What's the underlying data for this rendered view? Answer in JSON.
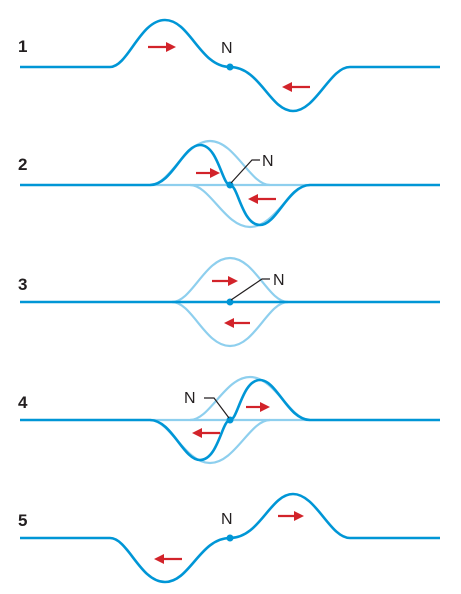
{
  "figure": {
    "node_label": "N",
    "colors": {
      "wave": "#0096d6",
      "ghost_wave": "#8ecfee",
      "arrow": "#d2232a",
      "text": "#231f20"
    },
    "panels": [
      {
        "number": "1",
        "sum_shape": "two-pulses-far",
        "node_label": "N"
      },
      {
        "number": "2",
        "sum_shape": "pulses-overlapping",
        "node_label": "N"
      },
      {
        "number": "3",
        "sum_shape": "flat-cancelled",
        "node_label": "N"
      },
      {
        "number": "4",
        "sum_shape": "pulses-overlapping-reversed",
        "node_label": "N"
      },
      {
        "number": "5",
        "sum_shape": "two-pulses-far-reversed",
        "node_label": "N"
      }
    ]
  }
}
